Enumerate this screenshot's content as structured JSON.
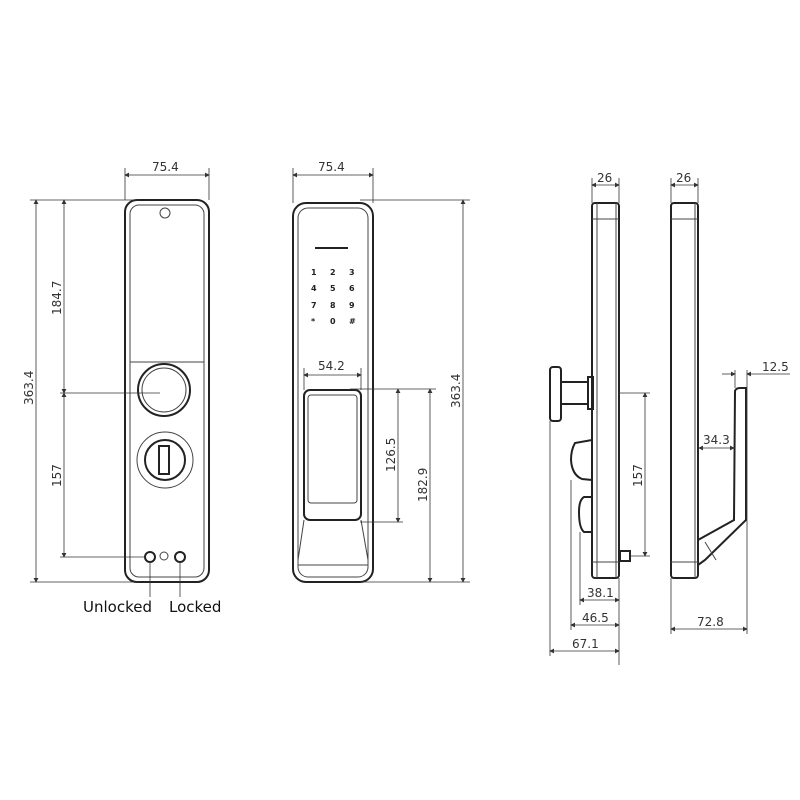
{
  "front_view": {
    "width": "75.4",
    "total_height": "363.4",
    "upper_height": "184.7",
    "lower_height": "157",
    "labels": {
      "unlocked": "Unlocked",
      "locked": "Locked"
    }
  },
  "keypad_view": {
    "width": "75.4",
    "total_height": "363.4",
    "handle_width": "54.2",
    "handle_height": "126.5",
    "handle_to_bottom": "182.9",
    "keys": [
      "1",
      "2",
      "3",
      "4",
      "5",
      "6",
      "7",
      "8",
      "9",
      "*",
      "0",
      "#"
    ]
  },
  "side_view_1": {
    "thickness": "26",
    "spindle_distance": "157",
    "dim_38": "38.1",
    "dim_46": "46.5",
    "dim_67": "67.1"
  },
  "side_view_2": {
    "thickness": "26",
    "handle_thickness": "12.5",
    "handle_gap": "34.3",
    "total_depth": "72.8"
  }
}
